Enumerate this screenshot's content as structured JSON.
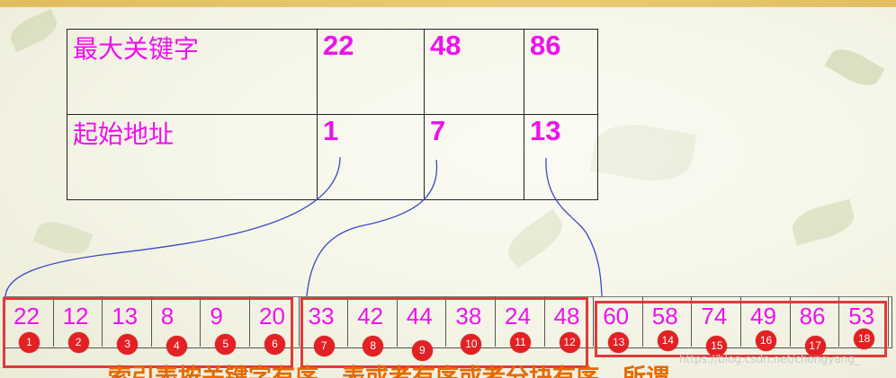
{
  "index_table": {
    "row_labels": [
      "最大关键字",
      "起始地址"
    ],
    "max_keys": [
      "22",
      "48",
      "86"
    ],
    "start_addrs": [
      "1",
      "7",
      "13"
    ]
  },
  "elements": [
    {
      "value": "22",
      "pos": "1"
    },
    {
      "value": "12",
      "pos": "2"
    },
    {
      "value": "13",
      "pos": "3"
    },
    {
      "value": "8",
      "pos": "4"
    },
    {
      "value": "9",
      "pos": "5"
    },
    {
      "value": "20",
      "pos": "6"
    },
    {
      "value": "33",
      "pos": "7"
    },
    {
      "value": "42",
      "pos": "8"
    },
    {
      "value": "44",
      "pos": "9"
    },
    {
      "value": "38",
      "pos": "10"
    },
    {
      "value": "24",
      "pos": "11"
    },
    {
      "value": "48",
      "pos": "12"
    },
    {
      "value": "60",
      "pos": "13"
    },
    {
      "value": "58",
      "pos": "14"
    },
    {
      "value": "74",
      "pos": "15"
    },
    {
      "value": "49",
      "pos": "16"
    },
    {
      "value": "86",
      "pos": "17"
    },
    {
      "value": "53",
      "pos": "18"
    }
  ],
  "bottom_note": "索引表按关键字有序，表或者有序或者分块有序，所谓",
  "watermark": "https://blog.csdn.net/chongyang_",
  "colors": {
    "text": "#ee11ee",
    "badge": "#e32023",
    "frame": "#e03a3a",
    "link": "#3b49c8"
  }
}
